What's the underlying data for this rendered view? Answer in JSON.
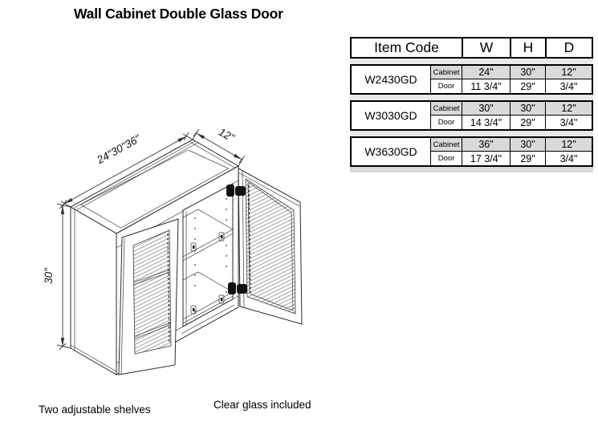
{
  "title": "Wall Cabinet Double Glass Door",
  "table": {
    "header": {
      "item_code": "Item Code",
      "w": "W",
      "h": "H",
      "d": "D"
    },
    "row_labels": {
      "cabinet": "Cabinet",
      "door": "Door"
    },
    "groups": [
      {
        "item_code": "W2430GD",
        "cabinet": {
          "w": "24\"",
          "h": "30\"",
          "d": "12\""
        },
        "door": {
          "w": "11 3/4\"",
          "h": "29\"",
          "d": "3/4\""
        }
      },
      {
        "item_code": "W3030GD",
        "cabinet": {
          "w": "30\"",
          "h": "30\"",
          "d": "12\""
        },
        "door": {
          "w": "14 3/4\"",
          "h": "29\"",
          "d": "3/4\""
        }
      },
      {
        "item_code": "W3630GD",
        "cabinet": {
          "w": "36\"",
          "h": "30\"",
          "d": "12\""
        },
        "door": {
          "w": "17 3/4\"",
          "h": "29\"",
          "d": "3/4\""
        }
      }
    ]
  },
  "diagram": {
    "width_label": "24\"30\"36\"",
    "depth_label": "12\"",
    "height_label": "30\""
  },
  "captions": {
    "shelves": "Two adjustable shelves",
    "glass": "Clear glass included"
  },
  "colors": {
    "row_shading": "#d9d9d9",
    "separator_band": "#e8e8e8",
    "line": "#2b2b2b"
  }
}
